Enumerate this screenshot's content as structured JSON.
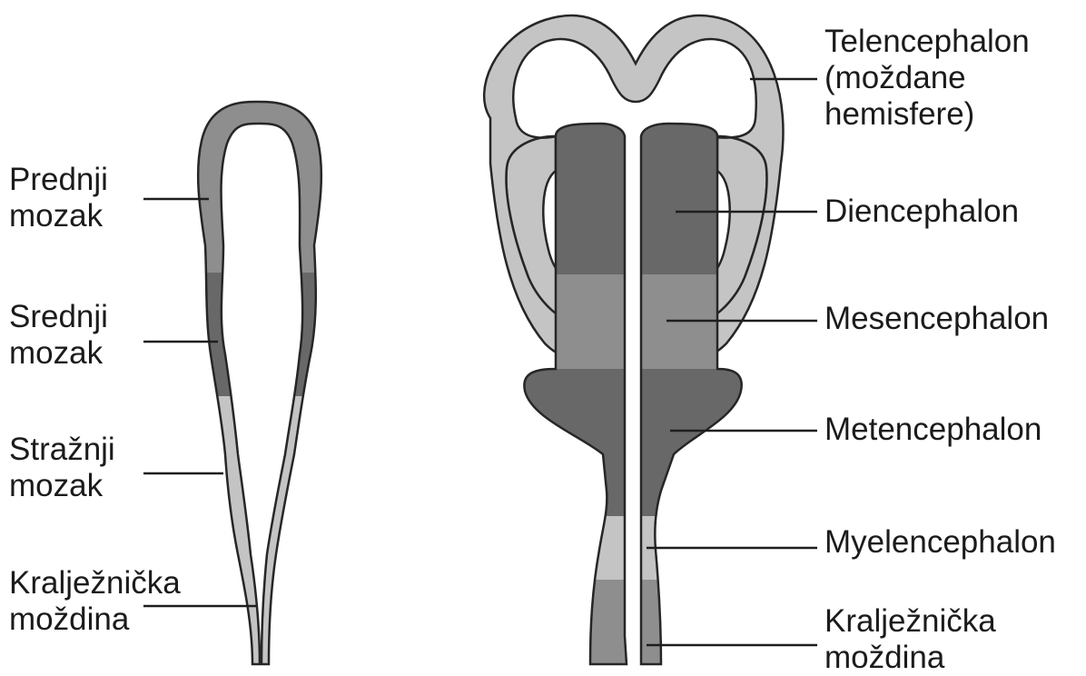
{
  "colors": {
    "light": "#c4c4c4",
    "medium": "#8e8e8e",
    "dark": "#686868",
    "outline": "#262626",
    "leader": "#1e1e1e",
    "text": "#1b1b1b"
  },
  "left_diagram": {
    "labels": [
      {
        "line1": "Prednji",
        "line2": "mozak"
      },
      {
        "line1": "Srednji",
        "line2": "mozak"
      },
      {
        "line1": "Stražnji",
        "line2": "mozak"
      },
      {
        "line1": "Kralježnička",
        "line2": "moždina"
      }
    ]
  },
  "right_diagram": {
    "labels": [
      {
        "line1": "Telencephalon",
        "line2": "(moždane",
        "line3": "hemisfere)"
      },
      {
        "line1": "Diencephalon"
      },
      {
        "line1": "Mesencephalon"
      },
      {
        "line1": "Metencephalon"
      },
      {
        "line1": "Myelencephalon"
      },
      {
        "line1": "Kralježnička",
        "line2": "moždina"
      }
    ]
  }
}
